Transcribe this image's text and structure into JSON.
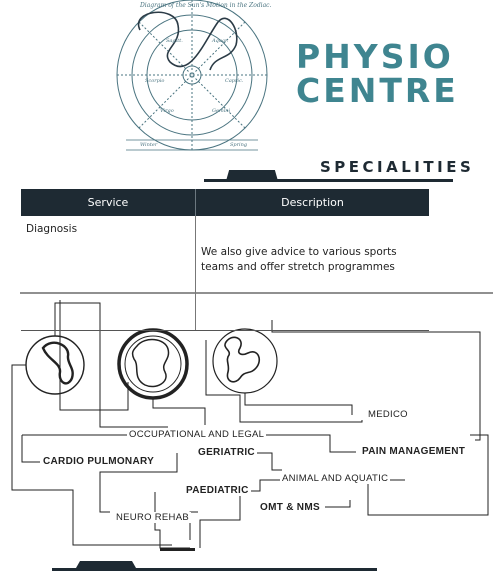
{
  "brand": {
    "line1": "PHYSIO",
    "line2": "CENTRE"
  },
  "section_title": "SPECIALITIES",
  "table": {
    "headers": [
      "Service",
      "Description"
    ],
    "rows": [
      {
        "service": "Diagnosis",
        "description": "We also give advice to various sports teams and offer stretch programmes"
      }
    ]
  },
  "diagram_labels": {
    "medico": "MEDICO",
    "occupational": "OCCUPATIONAL AND LEGAL",
    "pain": "PAIN MANAGEMENT",
    "geriatric": "GERIATRIC",
    "cardio": "CARDIO PULMONARY",
    "animal": "ANIMAL AND AQUATIC",
    "paediatric": "PAEDIATRIC",
    "omt": "OMT & NMS",
    "neuro": "NEURO REHAB"
  },
  "colors": {
    "brand": "#3f8590",
    "dark": "#1e2a33"
  }
}
